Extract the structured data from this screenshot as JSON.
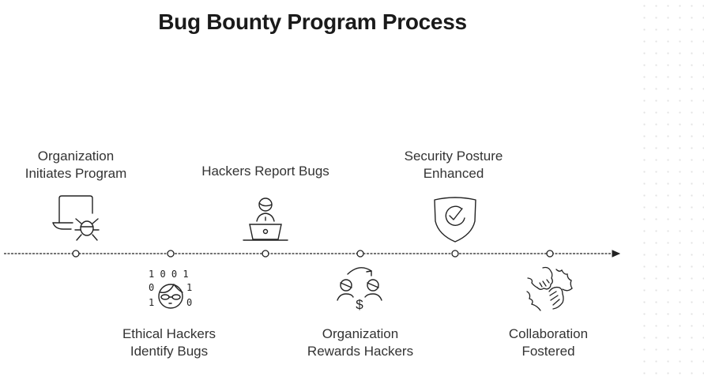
{
  "title": "Bug Bounty Program Process",
  "colors": {
    "stroke": "#222222",
    "text": "#333333",
    "title": "#1a1a1a"
  },
  "steps": [
    {
      "line1": "Organization",
      "line2": "Initiates Program",
      "icon": "laptop-bug-icon",
      "position": "above"
    },
    {
      "line1": "Ethical Hackers",
      "line2": "Identify Bugs",
      "icon": "hacker-binary-icon",
      "position": "below",
      "binary": [
        "1 0 0 1",
        "0",
        "1",
        "1",
        "0"
      ]
    },
    {
      "line1": "",
      "line2": "Hackers Report Bugs",
      "icon": "person-laptop-icon",
      "position": "above"
    },
    {
      "line1": "Organization",
      "line2": "Rewards Hackers",
      "icon": "reward-exchange-icon",
      "position": "below",
      "currency": "$"
    },
    {
      "line1": "Security Posture",
      "line2": "Enhanced",
      "icon": "shield-check-icon",
      "position": "above"
    },
    {
      "line1": "Collaboration",
      "line2": "Fostered",
      "icon": "handshake-icon",
      "position": "below"
    }
  ]
}
